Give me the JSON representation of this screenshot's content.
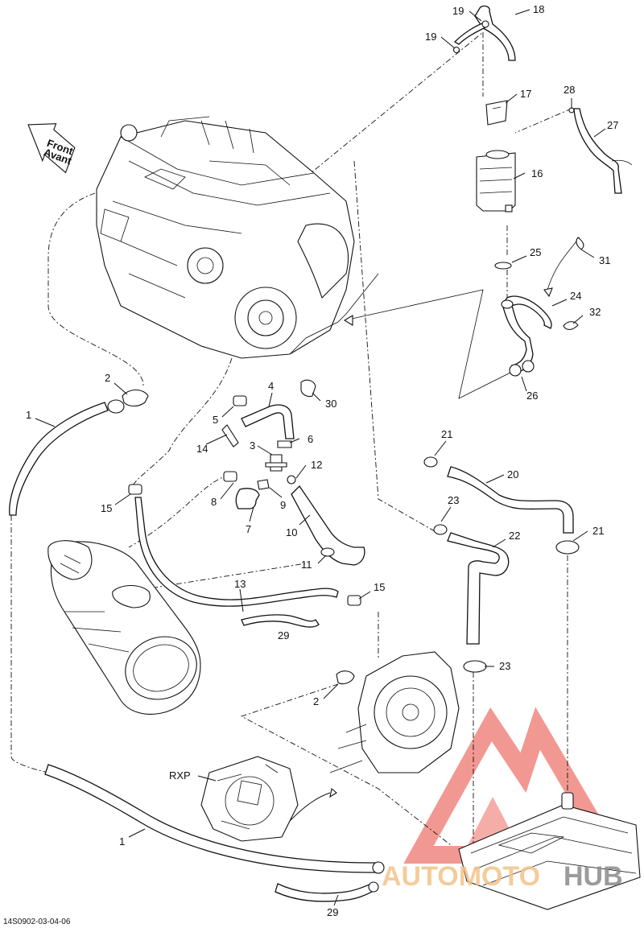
{
  "front_arrow": {
    "line1": "Front",
    "line2": "Avant"
  },
  "reference_code": "14S0902-03-04-06",
  "watermark": {
    "text_a": "AUTOMOTO",
    "text_b": "HUB",
    "color_a": "#f2c48a",
    "color_b": "#8a8a8a",
    "logo_color": "#e8443a"
  },
  "callouts": {
    "c1a": "1",
    "c1b": "1",
    "c2a": "2",
    "c2b": "2",
    "c3": "3",
    "c4": "4",
    "c5": "5",
    "c6": "6",
    "c7": "7",
    "c8": "8",
    "c9": "9",
    "c10": "10",
    "c11": "11",
    "c12": "12",
    "c13": "13",
    "c14": "14",
    "c15a": "15",
    "c15b": "15",
    "c16": "16",
    "c17": "17",
    "c18": "18",
    "c19a": "19",
    "c19b": "19",
    "c20": "20",
    "c21a": "21",
    "c21b": "21",
    "c22": "22",
    "c23a": "23",
    "c23b": "23",
    "c24": "24",
    "c25": "25",
    "c26": "26",
    "c27": "27",
    "c28": "28",
    "c29a": "29",
    "c29b": "29",
    "c30": "30",
    "c31": "31",
    "c32": "32",
    "rxp": "RXP"
  }
}
